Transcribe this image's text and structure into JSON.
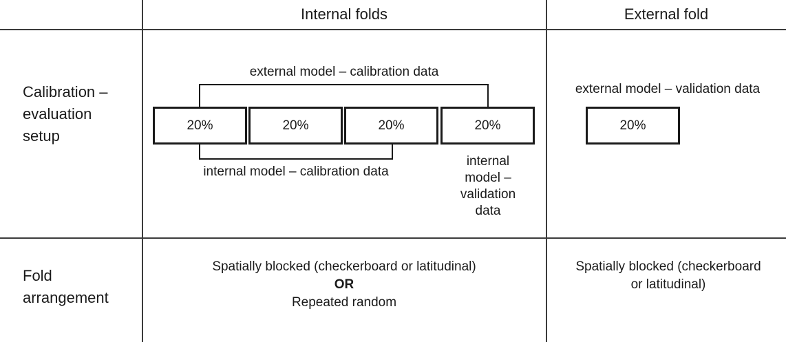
{
  "table": {
    "headers": {
      "corner": "",
      "internal": "Internal folds",
      "external": "External fold"
    },
    "rows": [
      {
        "label": "Calibration – evaluation setup",
        "label_lines": [
          "Calibration –",
          "evaluation",
          "setup"
        ]
      },
      {
        "label": "Fold arrangement",
        "label_lines": [
          "Fold",
          "arrangement"
        ]
      }
    ]
  },
  "diagram": {
    "internal": {
      "top_caption": "external model – calibration data",
      "bottom_caption": "internal model – calibration data",
      "side_caption": "internal model – validation data",
      "side_caption_lines": [
        "internal",
        "model –",
        "validation",
        "data"
      ],
      "folds": [
        {
          "value": "20%"
        },
        {
          "value": "20%"
        },
        {
          "value": "20%"
        },
        {
          "value": "20%"
        }
      ]
    },
    "external": {
      "caption": "external model – validation data",
      "fold": {
        "value": "20%"
      }
    }
  },
  "arrangement": {
    "internal": {
      "line1": "Spatially blocked (checkerboard or latitudinal)",
      "or": "OR",
      "line2": "Repeated random"
    },
    "external": {
      "line1": "Spatially blocked (checkerboard",
      "line2": "or latitudinal)"
    }
  },
  "colors": {
    "rule": "#3b3b3b",
    "box_border": "#1a1a1a",
    "text": "#1a1a1a",
    "background": "#ffffff"
  }
}
